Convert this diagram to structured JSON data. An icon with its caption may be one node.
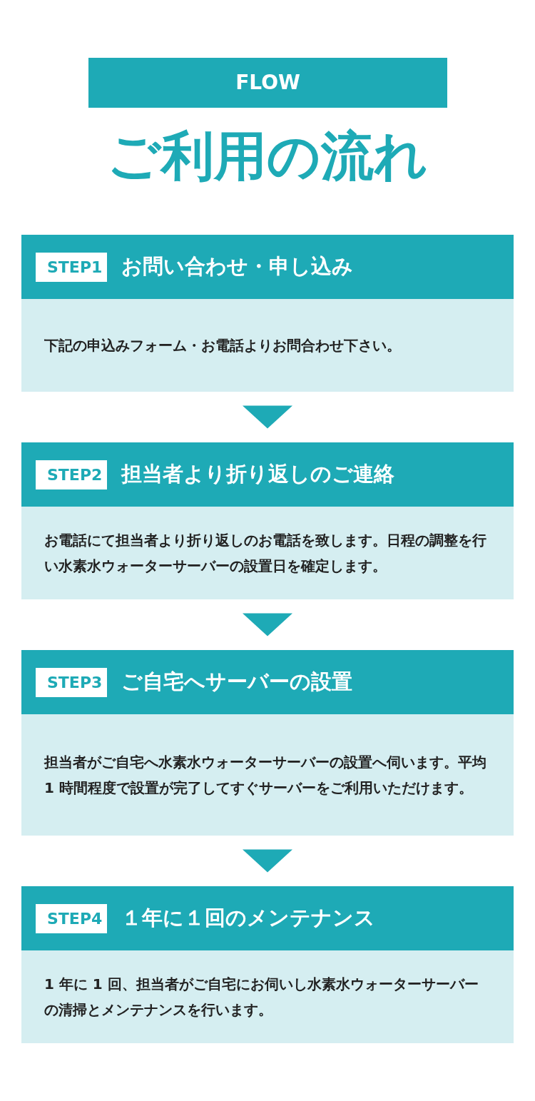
{
  "diagram": {
    "title": "ご利用の流れ",
    "nodes": [
      {
        "text": [
          "FLOW"
        ]
      },
      {
        "text": [
          "STEP1",
          "お問い合わせ・申し込み",
          "下記の申込みフォーム・お電話よりお問合わせ下さい。"
        ]
      },
      {
        "text": [
          "STEP2",
          "担当者より折り返しのご連絡",
          "お電話にて担当者より折り返しのお電話を致します。日程の調整を行い水素水ウォーターサーバーの設置日を確定します。"
        ]
      },
      {
        "text": [
          "STEP3",
          "ご自宅へサーバーの設置",
          "担当者がご自宅へ水素水ウォーターサーバーの設置へ伺います。平均 1 時間程度で設置が完了してすぐサーバーをご利用いただけます。"
        ]
      },
      {
        "text": [
          "STEP4",
          "１年に１回のメンテナンス",
          "1 年に 1 回、担当者がご自宅にお伺いし水素水ウォーターサーバーの清掃とメンテナンスを行います。"
        ]
      }
    ],
    "edges": [
      {
        "from": 1,
        "to": 2,
        "arrow": "to"
      },
      {
        "from": 2,
        "to": 3,
        "arrow": "to"
      },
      {
        "from": 3,
        "to": 4,
        "arrow": "to"
      }
    ]
  }
}
